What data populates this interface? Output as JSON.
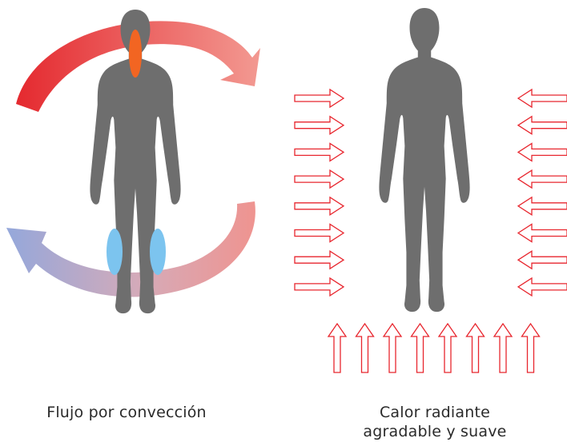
{
  "captions": {
    "convection": "Flujo por convección",
    "radiant_line1": "Calor radiante",
    "radiant_line2": "agradable y suave"
  },
  "colors": {
    "silhouette": "#6e6e6e",
    "hot_arrow": "#e63a2e",
    "warm_arrow": "#f08a84",
    "cold_arrow": "#9ea9d6",
    "hot_spot": "#f26522",
    "cold_spot": "#7cc4ef",
    "radiant_arrow_stroke": "#e8262e"
  },
  "radiant_arrows": {
    "left_count": 8,
    "right_count": 8,
    "bottom_count": 8
  }
}
